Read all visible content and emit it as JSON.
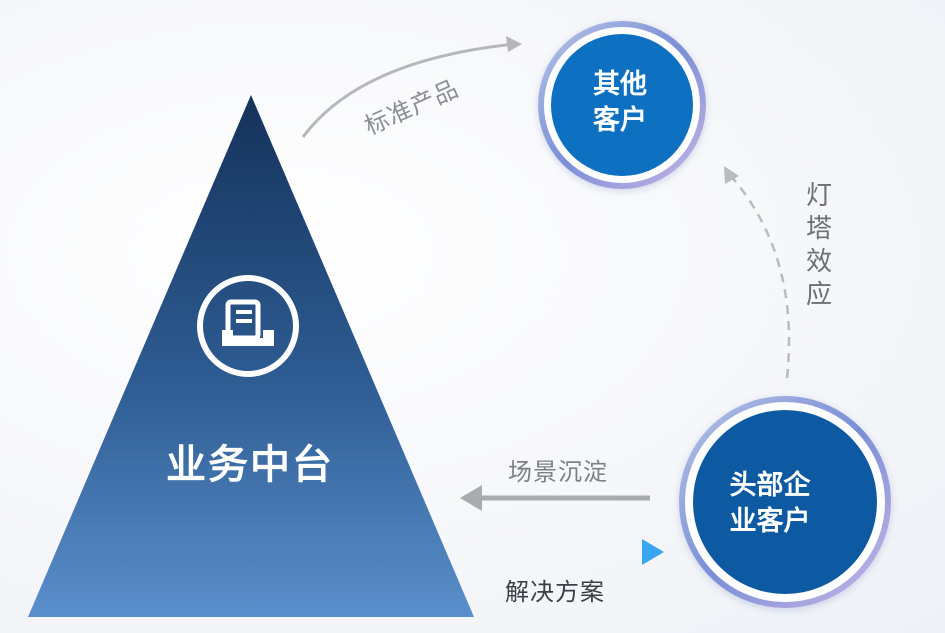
{
  "diagram": {
    "triangle_title": "业务中台",
    "other_customers": {
      "line1": "其他",
      "line2": "客户"
    },
    "head_customers": {
      "line1": "头部企",
      "line2": "业客户"
    },
    "arrows": {
      "standard_product": "标准产品",
      "scene_deposit": "场景沉淀",
      "solution": "解决方案",
      "lighthouse_effect": "灯塔效应"
    }
  },
  "colors": {
    "triangle_top": "#15325a",
    "triangle_bottom": "#5b8cc8",
    "other_circle": "#0d6fc0",
    "head_circle": "#0e5aa2",
    "solution_arrow": "#1f8ee8",
    "grey_arrow": "#a9abae"
  },
  "icons": {
    "center_icon": "document-tray-icon"
  }
}
